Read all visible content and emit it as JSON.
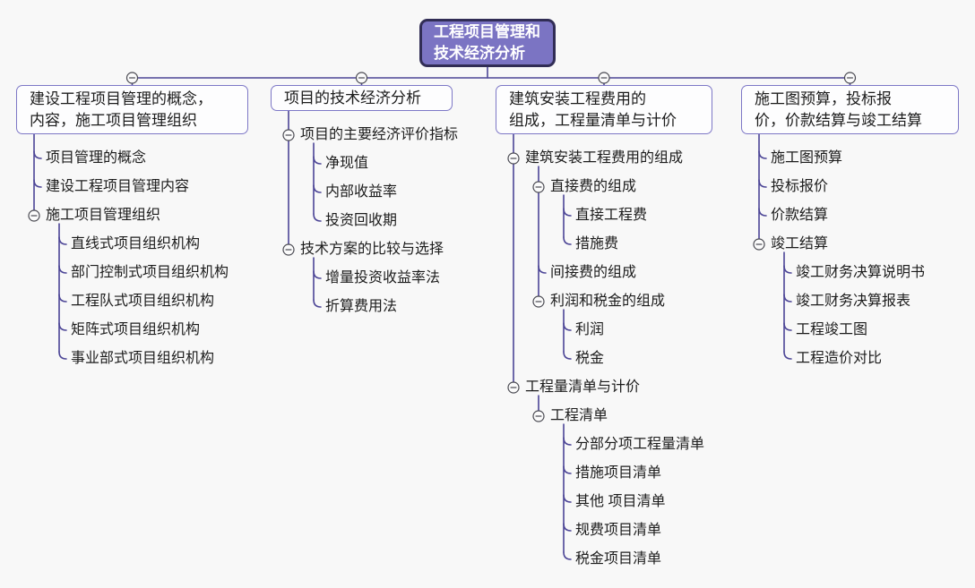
{
  "root": {
    "label_lines": [
      "工程项目管理和",
      "技术经济分析"
    ]
  },
  "branches": [
    {
      "label_lines": [
        "建设工程项目管理的概念，",
        "内容，施工项目管理组织"
      ],
      "children": [
        {
          "label": "项目管理的概念"
        },
        {
          "label": "建设工程项目管理内容"
        },
        {
          "label": "施工项目管理组织",
          "children": [
            {
              "label": "直线式项目组织机构"
            },
            {
              "label": "部门控制式项目组织机构"
            },
            {
              "label": "工程队式项目组织机构"
            },
            {
              "label": "矩阵式项目组织机构"
            },
            {
              "label": "事业部式项目组织机构"
            }
          ]
        }
      ]
    },
    {
      "label_lines": [
        "项目的技术经济分析"
      ],
      "children": [
        {
          "label": "项目的主要经济评价指标",
          "children": [
            {
              "label": "净现值"
            },
            {
              "label": "内部收益率"
            },
            {
              "label": "投资回收期"
            }
          ]
        },
        {
          "label": "技术方案的比较与选择",
          "children": [
            {
              "label": "增量投资收益率法"
            },
            {
              "label": "折算费用法"
            }
          ]
        }
      ]
    },
    {
      "label_lines": [
        "建筑安装工程费用的",
        "组成，工程量清单与计价"
      ],
      "children": [
        {
          "label": "建筑安装工程费用的组成",
          "children": [
            {
              "label": "直接费的组成",
              "children": [
                {
                  "label": "直接工程费"
                },
                {
                  "label": "措施费"
                }
              ]
            },
            {
              "label": "间接费的组成"
            },
            {
              "label": "利润和税金的组成",
              "children": [
                {
                  "label": "利润"
                },
                {
                  "label": "税金"
                }
              ]
            }
          ]
        },
        {
          "label": "工程量清单与计价",
          "children": [
            {
              "label": "工程清单",
              "children": [
                {
                  "label": "分部分项工程量清单"
                },
                {
                  "label": "措施项目清单"
                },
                {
                  "label": "其他 项目清单"
                },
                {
                  "label": "规费项目清单"
                },
                {
                  "label": "税金项目清单"
                }
              ]
            }
          ]
        }
      ]
    },
    {
      "label_lines": [
        "施工图预算，投标报",
        "价，价款结算与竣工结算"
      ],
      "children": [
        {
          "label": "施工图预算"
        },
        {
          "label": "投标报价"
        },
        {
          "label": "价款结算"
        },
        {
          "label": "竣工结算",
          "children": [
            {
              "label": "竣工财务决算说明书"
            },
            {
              "label": "竣工财务决算报表"
            },
            {
              "label": "工程竣工图"
            },
            {
              "label": "工程造价对比"
            }
          ]
        }
      ]
    }
  ],
  "icons": {
    "collapse": "minus-circle"
  },
  "colors": {
    "background": "#f8f8f8",
    "root_fill": "#7b74c3",
    "root_border": "#312d55",
    "root_text": "#ffffff",
    "branch_border": "#7d77c6",
    "branch_fill": "#fdfdfe",
    "line": "#4c4596",
    "text": "#1c1c1c",
    "icon_stroke": "#4a4a52",
    "icon_fill": "#fbfbfb"
  }
}
